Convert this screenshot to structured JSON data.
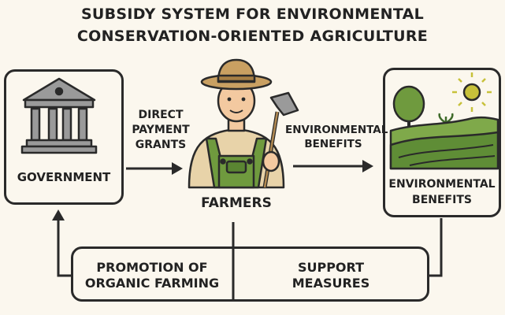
{
  "title": {
    "line1": "SUBSIDY SYSTEM FOR ENVIRONMENTAL",
    "line2": "CONSERVATION-ORIENTED AGRICULTURE"
  },
  "nodes": {
    "government": "GOVERNMENT",
    "farmers": "FARMERS",
    "environmental_benefits": [
      "ENVIRONMENTAL",
      "BENEFITS"
    ]
  },
  "edges": {
    "direct_payment": [
      "DIRECT",
      "PAYMENT",
      "GRANTS"
    ],
    "environmental_benefits": [
      "ENVIRONMENTAL",
      "BENEFITS"
    ]
  },
  "bottom": {
    "left": [
      "PROMOTION OF",
      "ORGANIC FARMING"
    ],
    "right": [
      "SUPPORT",
      "MEASURES"
    ]
  },
  "colors": {
    "ink": "#2a2a2a",
    "green": "#6f9a3e",
    "dark_green": "#3f6b2a",
    "skin": "#f3c9a0",
    "hat": "#c9a062",
    "shirt": "#e8d3a9",
    "sun": "#c7c13a",
    "bank": "#9a9a9a"
  }
}
